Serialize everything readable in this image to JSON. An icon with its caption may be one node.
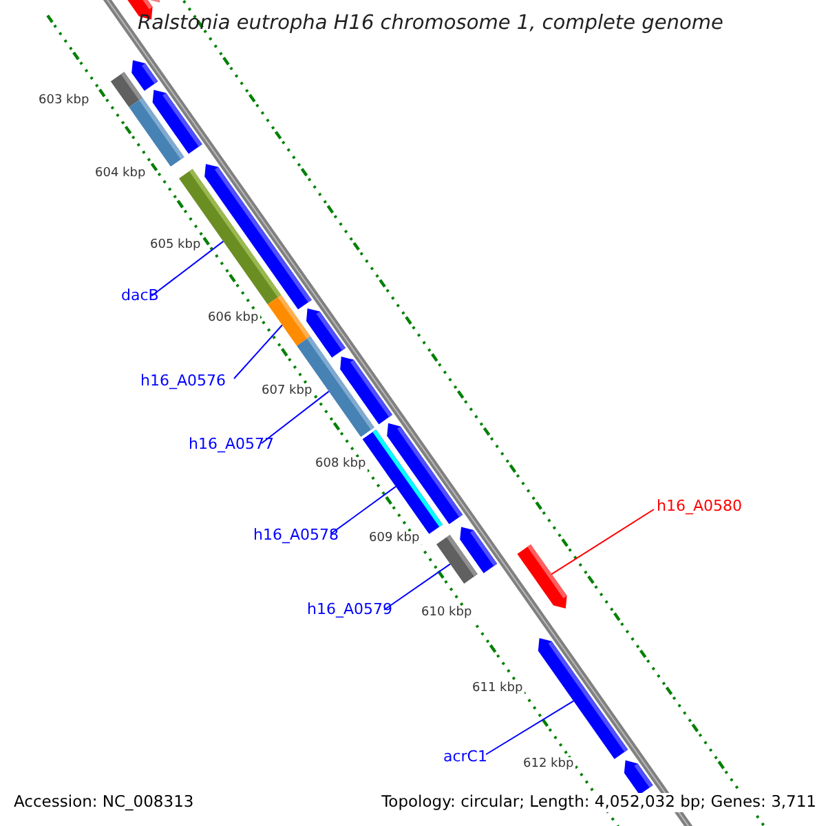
{
  "diagram": {
    "title": "Ralstonia eutropha H16 chromosome 1, complete genome",
    "nodes": [
      {
        "text": [
          "dacB"
        ]
      },
      {
        "text": [],
        "shape": "bar"
      },
      {
        "text": [
          "h16_A0576"
        ]
      },
      {
        "text": [],
        "shape": "bar"
      },
      {
        "text": [
          "h16_A0577"
        ]
      },
      {
        "text": [],
        "shape": "bar"
      },
      {
        "text": [
          "h16_A0580"
        ]
      },
      {
        "text": [],
        "shape": "bar"
      },
      {
        "text": [
          "h16_A0578"
        ]
      },
      {
        "text": [],
        "shape": "bar"
      },
      {
        "text": [
          "h16_A0579"
        ]
      },
      {
        "text": [],
        "shape": "bar"
      },
      {
        "text": [
          "acrC1"
        ]
      },
      {
        "text": [],
        "shape": "bar"
      },
      {
        "text": [],
        "shape": "bar"
      },
      {
        "text": [],
        "shape": "bar"
      },
      {
        "text": [],
        "shape": "bar"
      },
      {
        "text": [],
        "shape": "bar"
      },
      {
        "text": [],
        "shape": "bar"
      },
      {
        "text": [],
        "shape": "bar"
      },
      {
        "text": [],
        "shape": "bar"
      },
      {
        "text": [],
        "shape": "bar"
      },
      {
        "text": [],
        "shape": "bar"
      },
      {
        "text": [],
        "shape": "bar"
      },
      {
        "text": [],
        "shape": "bar"
      },
      {
        "text": [],
        "shape": "bar"
      }
    ],
    "edges": [
      {
        "from": 0,
        "to": 1,
        "arrow": "none"
      },
      {
        "from": 2,
        "to": 3,
        "arrow": "none"
      },
      {
        "from": 4,
        "to": 5,
        "arrow": "none"
      },
      {
        "from": 6,
        "to": 7,
        "arrow": "none",
        "color": "#ff0000"
      },
      {
        "from": 8,
        "to": 9,
        "arrow": "none"
      },
      {
        "from": 10,
        "to": 11,
        "arrow": "none"
      },
      {
        "from": 12,
        "to": 13,
        "arrow": "none"
      }
    ],
    "labels": [
      "603 kbp",
      "604 kbp",
      "605 kbp",
      "606 kbp",
      "607 kbp",
      "608 kbp",
      "609 kbp",
      "610 kbp",
      "611 kbp",
      "612 kbp",
      "Accession: NC_008313",
      "Topology: circular; Length: 4,052,032 bp; Genes: 3,711"
    ]
  }
}
